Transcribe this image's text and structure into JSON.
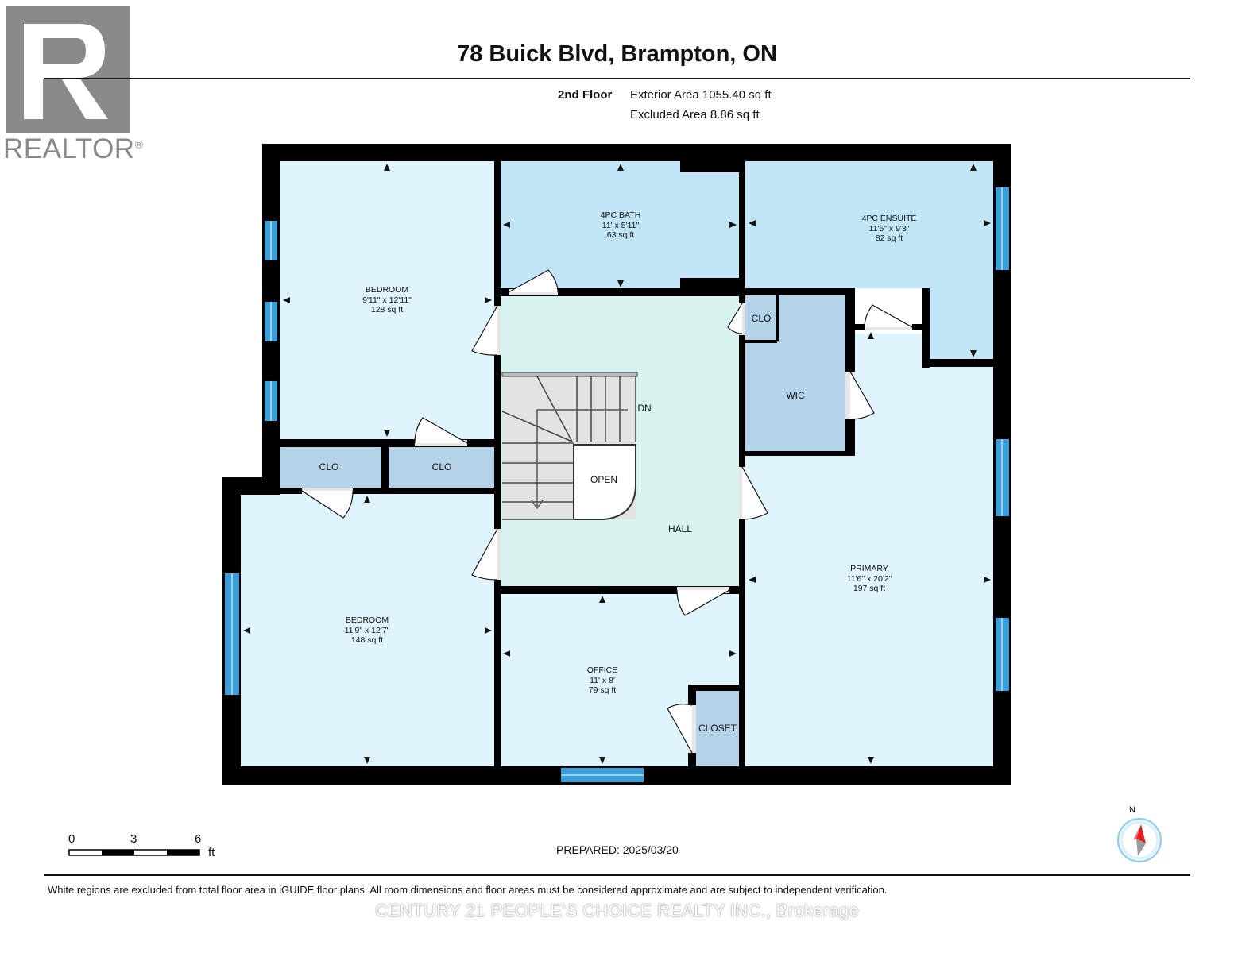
{
  "logo": {
    "brand_text": "REALTOR",
    "registered_mark": "®"
  },
  "header": {
    "title": "78 Buick Blvd, Brampton, ON",
    "floor_label": "2nd Floor",
    "exterior_area": "Exterior Area 1055.40 sq ft",
    "excluded_area": "Excluded Area 8.86 sq ft"
  },
  "rooms": [
    {
      "key": "bedroom_top",
      "name": "BEDROOM",
      "dims": "9'11\" x 12'11\"",
      "area": "128 sq ft",
      "color": "#dff4fc"
    },
    {
      "key": "bath",
      "name": "4PC BATH",
      "dims": "11' x 5'11\"",
      "area": "63 sq ft",
      "color": "#c2e6f8"
    },
    {
      "key": "ensuite",
      "name": "4PC ENSUITE",
      "dims": "11'5\" x 9'3\"",
      "area": "82 sq ft",
      "color": "#c2e6f8"
    },
    {
      "key": "bedroom_bottom",
      "name": "BEDROOM",
      "dims": "11'9\" x 12'7\"",
      "area": "148 sq ft",
      "color": "#dff4fc"
    },
    {
      "key": "office",
      "name": "OFFICE",
      "dims": "11' x 8'",
      "area": "79 sq ft",
      "color": "#dff4fc"
    },
    {
      "key": "primary",
      "name": "PRIMARY",
      "dims": "11'6\" x 20'2\"",
      "area": "197 sq ft",
      "color": "#dff4fc"
    }
  ],
  "spaces": {
    "hall": "HALL",
    "wic": "WIC",
    "clo": "CLO",
    "closet": "CLOSET",
    "open": "OPEN",
    "down": "DN"
  },
  "colors": {
    "wall": "#000000",
    "bedroom_fill": "#dff4fc",
    "bath_fill": "#c2e6f8",
    "closet_fill": "#b4d2e8",
    "hall_fill": "#d8f2f0",
    "stair_fill": "#e2e2e2",
    "window": "#3a9fd8",
    "compass_red": "#e02020"
  },
  "scale": {
    "labels": [
      "0",
      "3",
      "6"
    ],
    "unit": "ft"
  },
  "compass": {
    "label": "N"
  },
  "prepared": "PREPARED: 2025/03/20",
  "footnote": "White regions are excluded from total floor area in iGUIDE floor plans. All room dimensions and floor areas must be considered approximate and are subject to independent verification.",
  "brokerage": "CENTURY 21 PEOPLE'S CHOICE REALTY INC., Brokerage"
}
